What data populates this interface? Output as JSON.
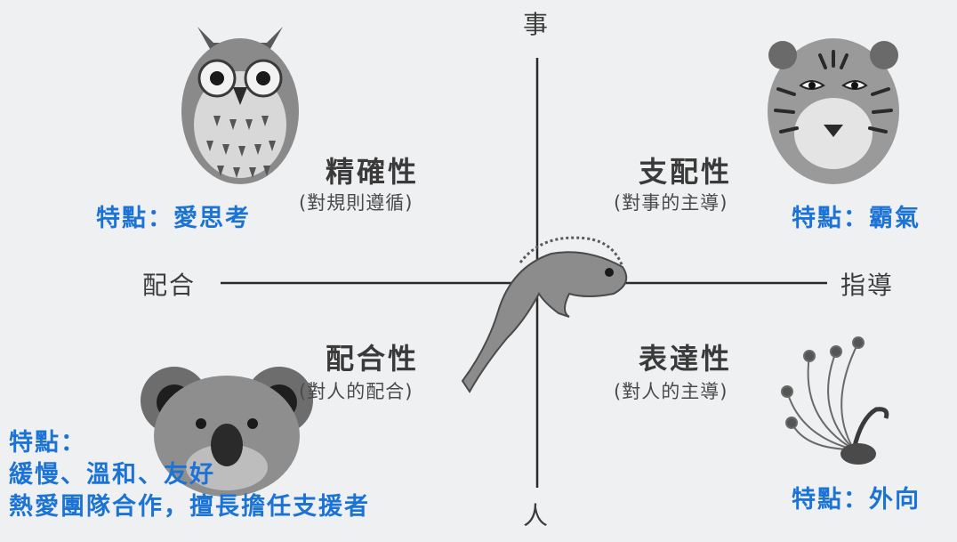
{
  "axes": {
    "top": "事",
    "bottom": "人",
    "left": "配合",
    "right": "指導"
  },
  "quadrants": {
    "top_left": {
      "title": "精確性",
      "subtitle": "(對規則遵循)",
      "trait": "特點：愛思考",
      "animal": "owl"
    },
    "top_right": {
      "title": "支配性",
      "subtitle": "(對事的主導)",
      "trait": "特點：霸氣",
      "animal": "tiger"
    },
    "bottom_left": {
      "title": "配合性",
      "subtitle": "(對人的配合)",
      "trait_lines": [
        "特點：",
        "緩慢、溫和、友好",
        "熱愛團隊合作，擅長擔任支援者"
      ],
      "animal": "koala"
    },
    "bottom_right": {
      "title": "表達性",
      "subtitle": "(對人的主導)",
      "trait": "特點：外向",
      "animal": "peacock"
    }
  },
  "center_animal": "chameleon",
  "colors": {
    "background": "#eff0f1",
    "axis": "#2b2b2b",
    "trait_text": "#1c73d6"
  }
}
